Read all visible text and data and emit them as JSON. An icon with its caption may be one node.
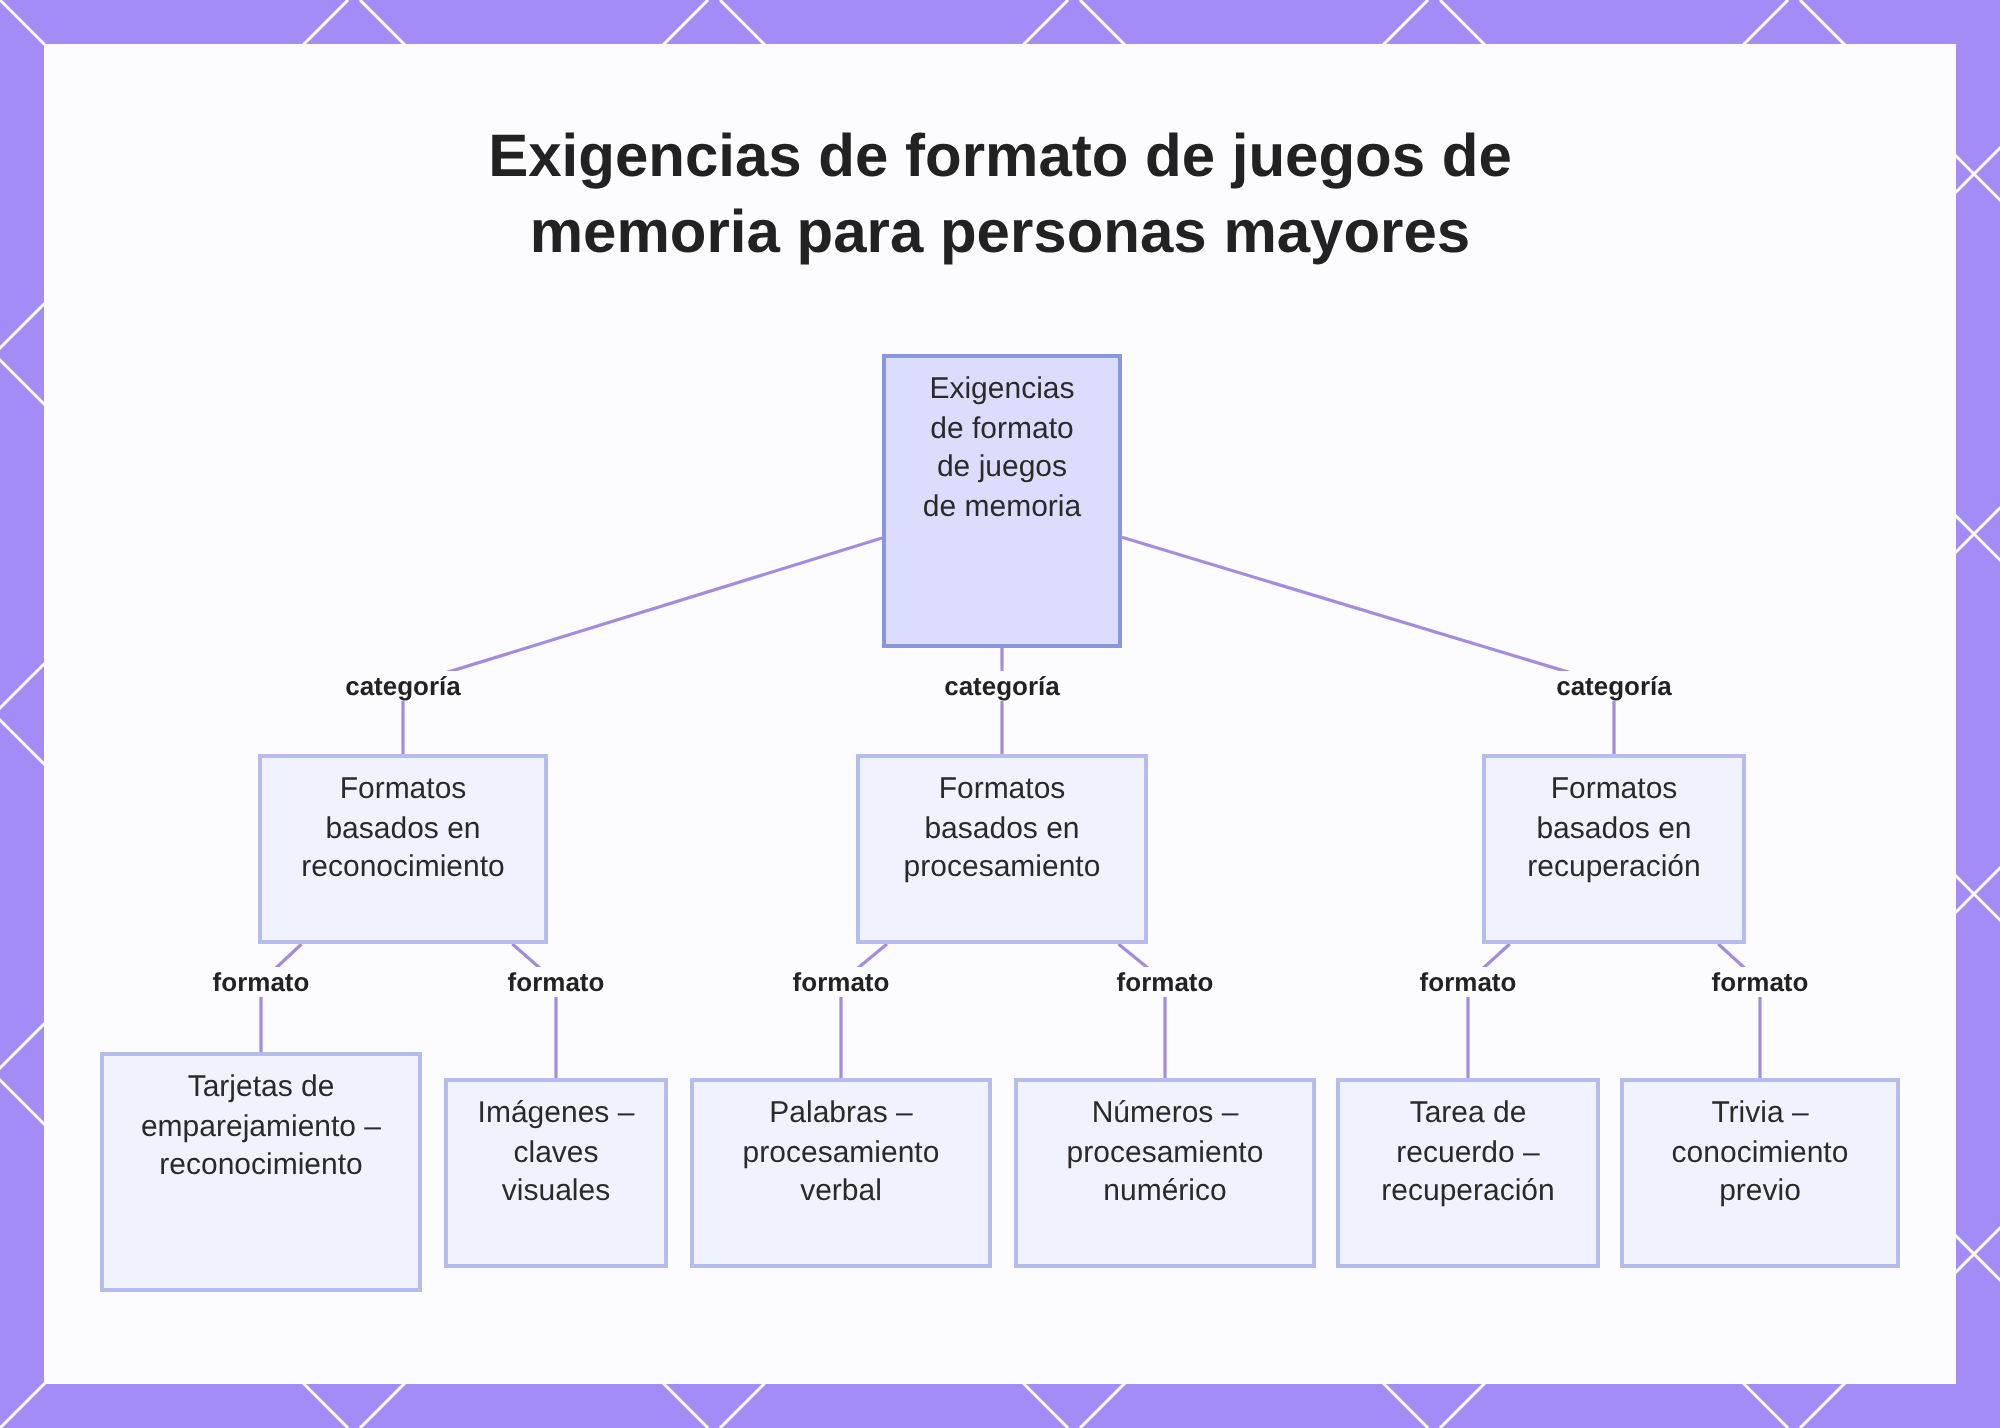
{
  "diagram": {
    "title": "Exigencias de formato de juegos de memoria para personas mayores",
    "nodes": [
      {
        "text": [
          "Exigencias de formato de juegos de memoria"
        ]
      },
      {
        "text": [
          "Formatos basados en reconocimiento"
        ]
      },
      {
        "text": [
          "Formatos basados en procesamiento"
        ]
      },
      {
        "text": [
          "Formatos basados en recuperación"
        ]
      },
      {
        "text": [
          "Tarjetas de emparejamiento – reconocimiento"
        ]
      },
      {
        "text": [
          "Imágenes – claves visuales"
        ]
      },
      {
        "text": [
          "Palabras – procesamiento verbal"
        ]
      },
      {
        "text": [
          "Números – procesamiento numérico"
        ]
      },
      {
        "text": [
          "Tarea de recuerdo – recuperación"
        ]
      },
      {
        "text": [
          "Trivia – conocimiento previo"
        ]
      }
    ],
    "edges": [
      {
        "from": 0,
        "to": 1,
        "arrow": "none",
        "label": "categoría"
      },
      {
        "from": 0,
        "to": 2,
        "arrow": "none",
        "label": "categoría"
      },
      {
        "from": 0,
        "to": 3,
        "arrow": "none",
        "label": "categoría"
      },
      {
        "from": 1,
        "to": 4,
        "arrow": "none",
        "label": "formato"
      },
      {
        "from": 1,
        "to": 5,
        "arrow": "none",
        "label": "formato"
      },
      {
        "from": 2,
        "to": 6,
        "arrow": "none",
        "label": "formato"
      },
      {
        "from": 2,
        "to": 7,
        "arrow": "none",
        "label": "formato"
      },
      {
        "from": 3,
        "to": 8,
        "arrow": "none",
        "label": "formato"
      },
      {
        "from": 3,
        "to": 9,
        "arrow": "none",
        "label": "formato"
      }
    ]
  }
}
